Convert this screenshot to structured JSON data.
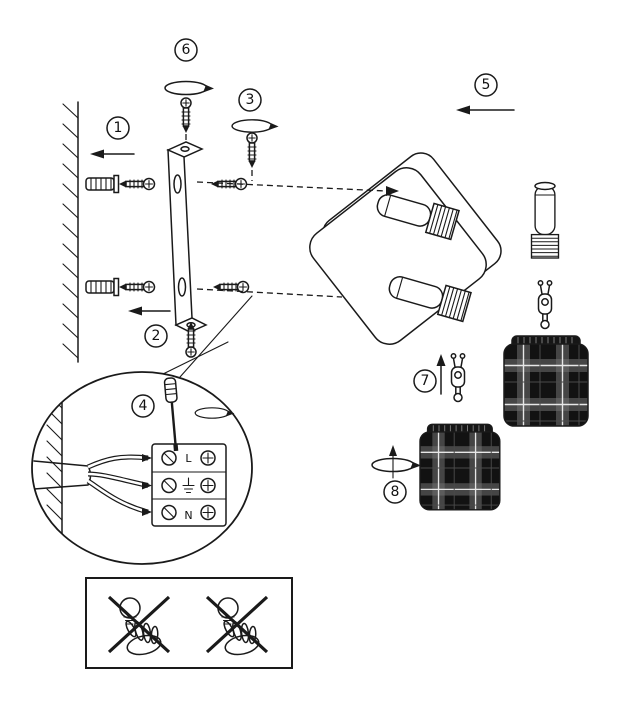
{
  "colors": {
    "background": "#ffffff",
    "line": "#1a1a1a",
    "lampshade_base": "#121212",
    "lampshade_band": "#707070",
    "lampshade_pinstripe": "#e6e6e6"
  },
  "steps": [
    {
      "number": "1"
    },
    {
      "number": "2"
    },
    {
      "number": "3"
    },
    {
      "number": "4"
    },
    {
      "number": "5"
    },
    {
      "number": "6"
    },
    {
      "number": "7"
    },
    {
      "number": "8"
    }
  ],
  "terminal_block": {
    "live_label": "L",
    "neutral_label": "N"
  }
}
